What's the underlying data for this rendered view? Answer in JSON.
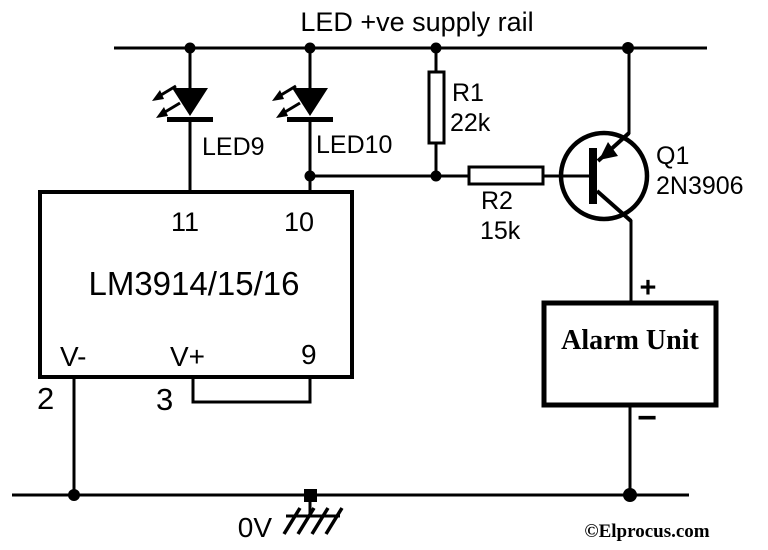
{
  "colors": {
    "ink": "#000000",
    "background": "#ffffff",
    "watermark_blue": "#2e86c1"
  },
  "supply_rail": {
    "label": "LED +ve supply rail"
  },
  "leds": {
    "led9": {
      "label": "LED9"
    },
    "led10": {
      "label": "LED10"
    }
  },
  "resistors": {
    "r1": {
      "ref": "R1",
      "value": "22k"
    },
    "r2": {
      "ref": "R2",
      "value": "15k"
    }
  },
  "transistor": {
    "ref": "Q1",
    "part": "2N3906"
  },
  "ic": {
    "name": "LM3914/15/16",
    "pin11": "11",
    "pin10": "10",
    "vminus": "V-",
    "vplus": "V+",
    "pin9": "9",
    "pin2": "2",
    "pin3": "3"
  },
  "alarm_unit": {
    "label": "Alarm Unit",
    "plus": "+",
    "minus": "−"
  },
  "ground": {
    "label": "0V"
  },
  "watermark": {
    "text": "©Elprocus.com"
  }
}
